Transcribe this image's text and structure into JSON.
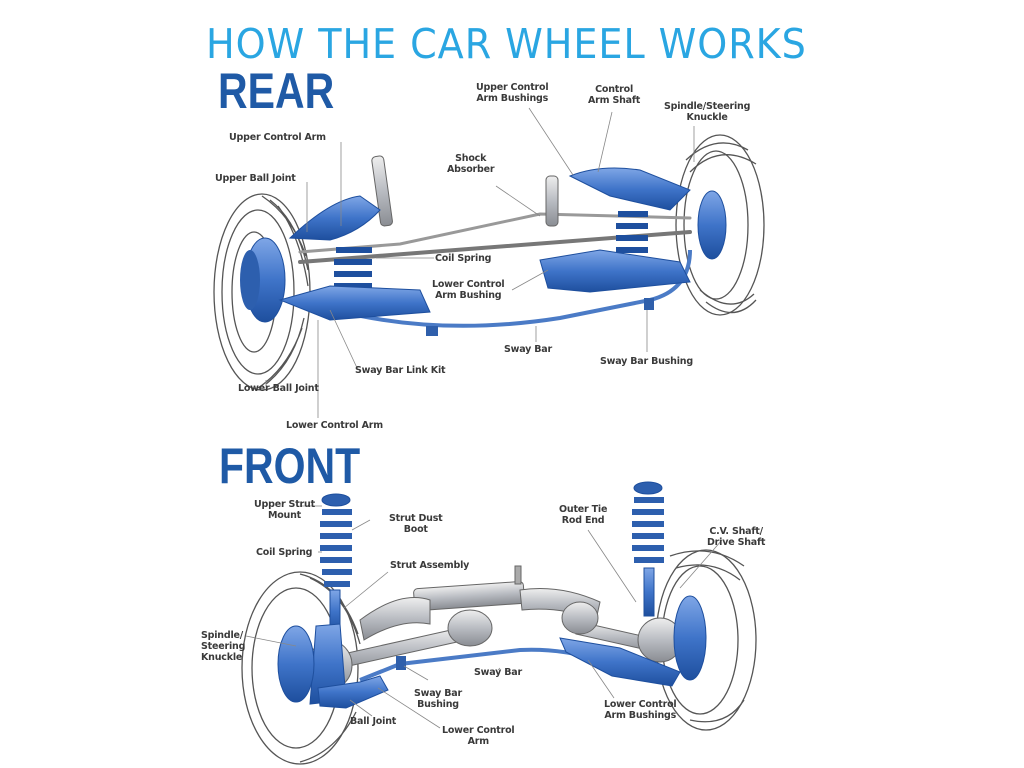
{
  "title": "HOW THE CAR WHEEL WORKS",
  "colors": {
    "title": "#2aa6e2",
    "heading": "#1f5aa6",
    "part_blue": "#3f74c9",
    "part_blue_dark": "#1e4f9e",
    "metal_gray": "#b9bcc2",
    "outline": "#555555",
    "label_text": "#3a3a3a"
  },
  "rear": {
    "heading": "REAR",
    "labels": [
      {
        "id": "upper-control-arm-bushings",
        "text": "Upper Control\nArm Bushings"
      },
      {
        "id": "control-arm-shaft",
        "text": "Control\nArm Shaft"
      },
      {
        "id": "spindle-steering-knuckle",
        "text": "Spindle/Steering\nKnuckle"
      },
      {
        "id": "upper-control-arm",
        "text": "Upper Control Arm"
      },
      {
        "id": "upper-ball-joint",
        "text": "Upper Ball Joint"
      },
      {
        "id": "shock-absorber",
        "text": "Shock\nAbsorber"
      },
      {
        "id": "coil-spring",
        "text": "Coil Spring"
      },
      {
        "id": "lower-control-arm-bushing",
        "text": "Lower Control\nArm Bushing"
      },
      {
        "id": "sway-bar",
        "text": "Sway Bar"
      },
      {
        "id": "sway-bar-bushing",
        "text": "Sway Bar Bushing"
      },
      {
        "id": "sway-bar-link-kit",
        "text": "Sway Bar Link Kit"
      },
      {
        "id": "lower-ball-joint",
        "text": "Lower Ball Joint"
      },
      {
        "id": "lower-control-arm",
        "text": "Lower Control Arm"
      }
    ]
  },
  "front": {
    "heading": "FRONT",
    "labels": [
      {
        "id": "upper-strut-mount",
        "text": "Upper Strut\nMount"
      },
      {
        "id": "strut-dust-boot",
        "text": "Strut Dust\nBoot"
      },
      {
        "id": "coil-spring",
        "text": "Coil Spring"
      },
      {
        "id": "strut-assembly",
        "text": "Strut Assembly"
      },
      {
        "id": "outer-tie-rod-end",
        "text": "Outer Tie\nRod End"
      },
      {
        "id": "cv-shaft-drive-shaft",
        "text": "C.V. Shaft/\nDrive Shaft"
      },
      {
        "id": "spindle-steering-knuckle",
        "text": "Spindle/\nSteering\nKnuckle"
      },
      {
        "id": "sway-bar",
        "text": "Sway Bar"
      },
      {
        "id": "sway-bar-bushing",
        "text": "Sway Bar\nBushing"
      },
      {
        "id": "ball-joint",
        "text": "Ball Joint"
      },
      {
        "id": "lower-control-arm",
        "text": "Lower Control\nArm"
      },
      {
        "id": "lower-control-arm-bushings",
        "text": "Lower Control\nArm Bushings"
      }
    ]
  }
}
